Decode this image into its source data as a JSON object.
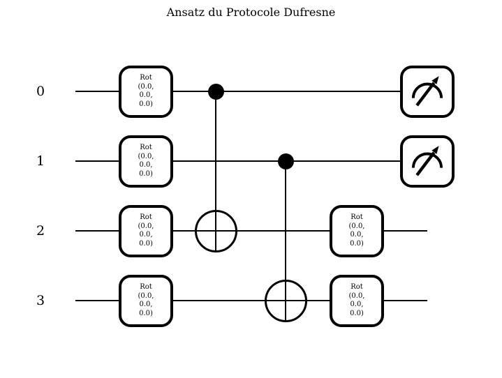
{
  "title": "Ansatz du Protocole Dufresne",
  "colors": {
    "ink": "#000000",
    "background": "#ffffff"
  },
  "wires": [
    {
      "label": "0"
    },
    {
      "label": "1"
    },
    {
      "label": "2"
    },
    {
      "label": "3"
    }
  ],
  "rot_gates": [
    {
      "wire": 0,
      "layer": 1,
      "lines": [
        "Rot",
        "(0.0,",
        "0.0,",
        "0.0)"
      ]
    },
    {
      "wire": 1,
      "layer": 1,
      "lines": [
        "Rot",
        "(0.0,",
        "0.0,",
        "0.0)"
      ]
    },
    {
      "wire": 2,
      "layer": 1,
      "lines": [
        "Rot",
        "(0.0,",
        "0.0,",
        "0.0)"
      ]
    },
    {
      "wire": 3,
      "layer": 1,
      "lines": [
        "Rot",
        "(0.0,",
        "0.0,",
        "0.0)"
      ]
    },
    {
      "wire": 2,
      "layer": 4,
      "lines": [
        "Rot",
        "(0.0,",
        "0.0,",
        "0.0)"
      ]
    },
    {
      "wire": 3,
      "layer": 4,
      "lines": [
        "Rot",
        "(0.0,",
        "0.0,",
        "0.0)"
      ]
    }
  ],
  "cnots": [
    {
      "control_wire": 0,
      "target_wire": 2
    },
    {
      "control_wire": 1,
      "target_wire": 3
    }
  ],
  "measurements": [
    {
      "wire": 0,
      "icon": "measurement-gauge-icon"
    },
    {
      "wire": 1,
      "icon": "measurement-gauge-icon"
    }
  ]
}
